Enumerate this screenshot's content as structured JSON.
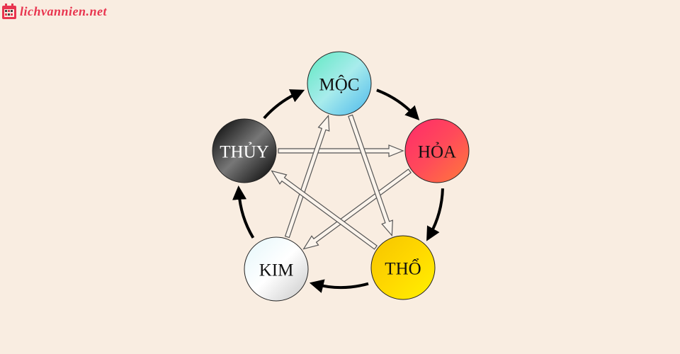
{
  "logo": {
    "text": "lichvannien.net",
    "color": "#e8344e"
  },
  "elements": [
    {
      "id": "moc",
      "label": "MỘC",
      "colors": [
        "#5ee8c0",
        "#a8ecec",
        "#4cb8ec"
      ],
      "text_color": "#111111"
    },
    {
      "id": "hoa",
      "label": "HỎA",
      "colors": [
        "#ff2a6a",
        "#ff4a5a",
        "#ff7a3a"
      ],
      "text_color": "#111111"
    },
    {
      "id": "tho",
      "label": "THỔ",
      "colors": [
        "#f5c400",
        "#ffd800",
        "#fff200"
      ],
      "text_color": "#111111"
    },
    {
      "id": "kim",
      "label": "KIM",
      "colors": [
        "#e4f6fa",
        "#ffffff",
        "#c8c8c8"
      ],
      "text_color": "#111111"
    },
    {
      "id": "thuy",
      "label": "THỦY",
      "colors": [
        "#000000",
        "#777777",
        "#000000"
      ],
      "text_color": "#ffffff"
    }
  ],
  "generating_cycle": [
    [
      "moc",
      "hoa"
    ],
    [
      "hoa",
      "tho"
    ],
    [
      "tho",
      "kim"
    ],
    [
      "kim",
      "thuy"
    ],
    [
      "thuy",
      "moc"
    ]
  ],
  "controlling_cycle": [
    [
      "thuy",
      "hoa"
    ],
    [
      "hoa",
      "kim"
    ],
    [
      "kim",
      "moc"
    ],
    [
      "moc",
      "tho"
    ],
    [
      "tho",
      "thuy"
    ]
  ]
}
